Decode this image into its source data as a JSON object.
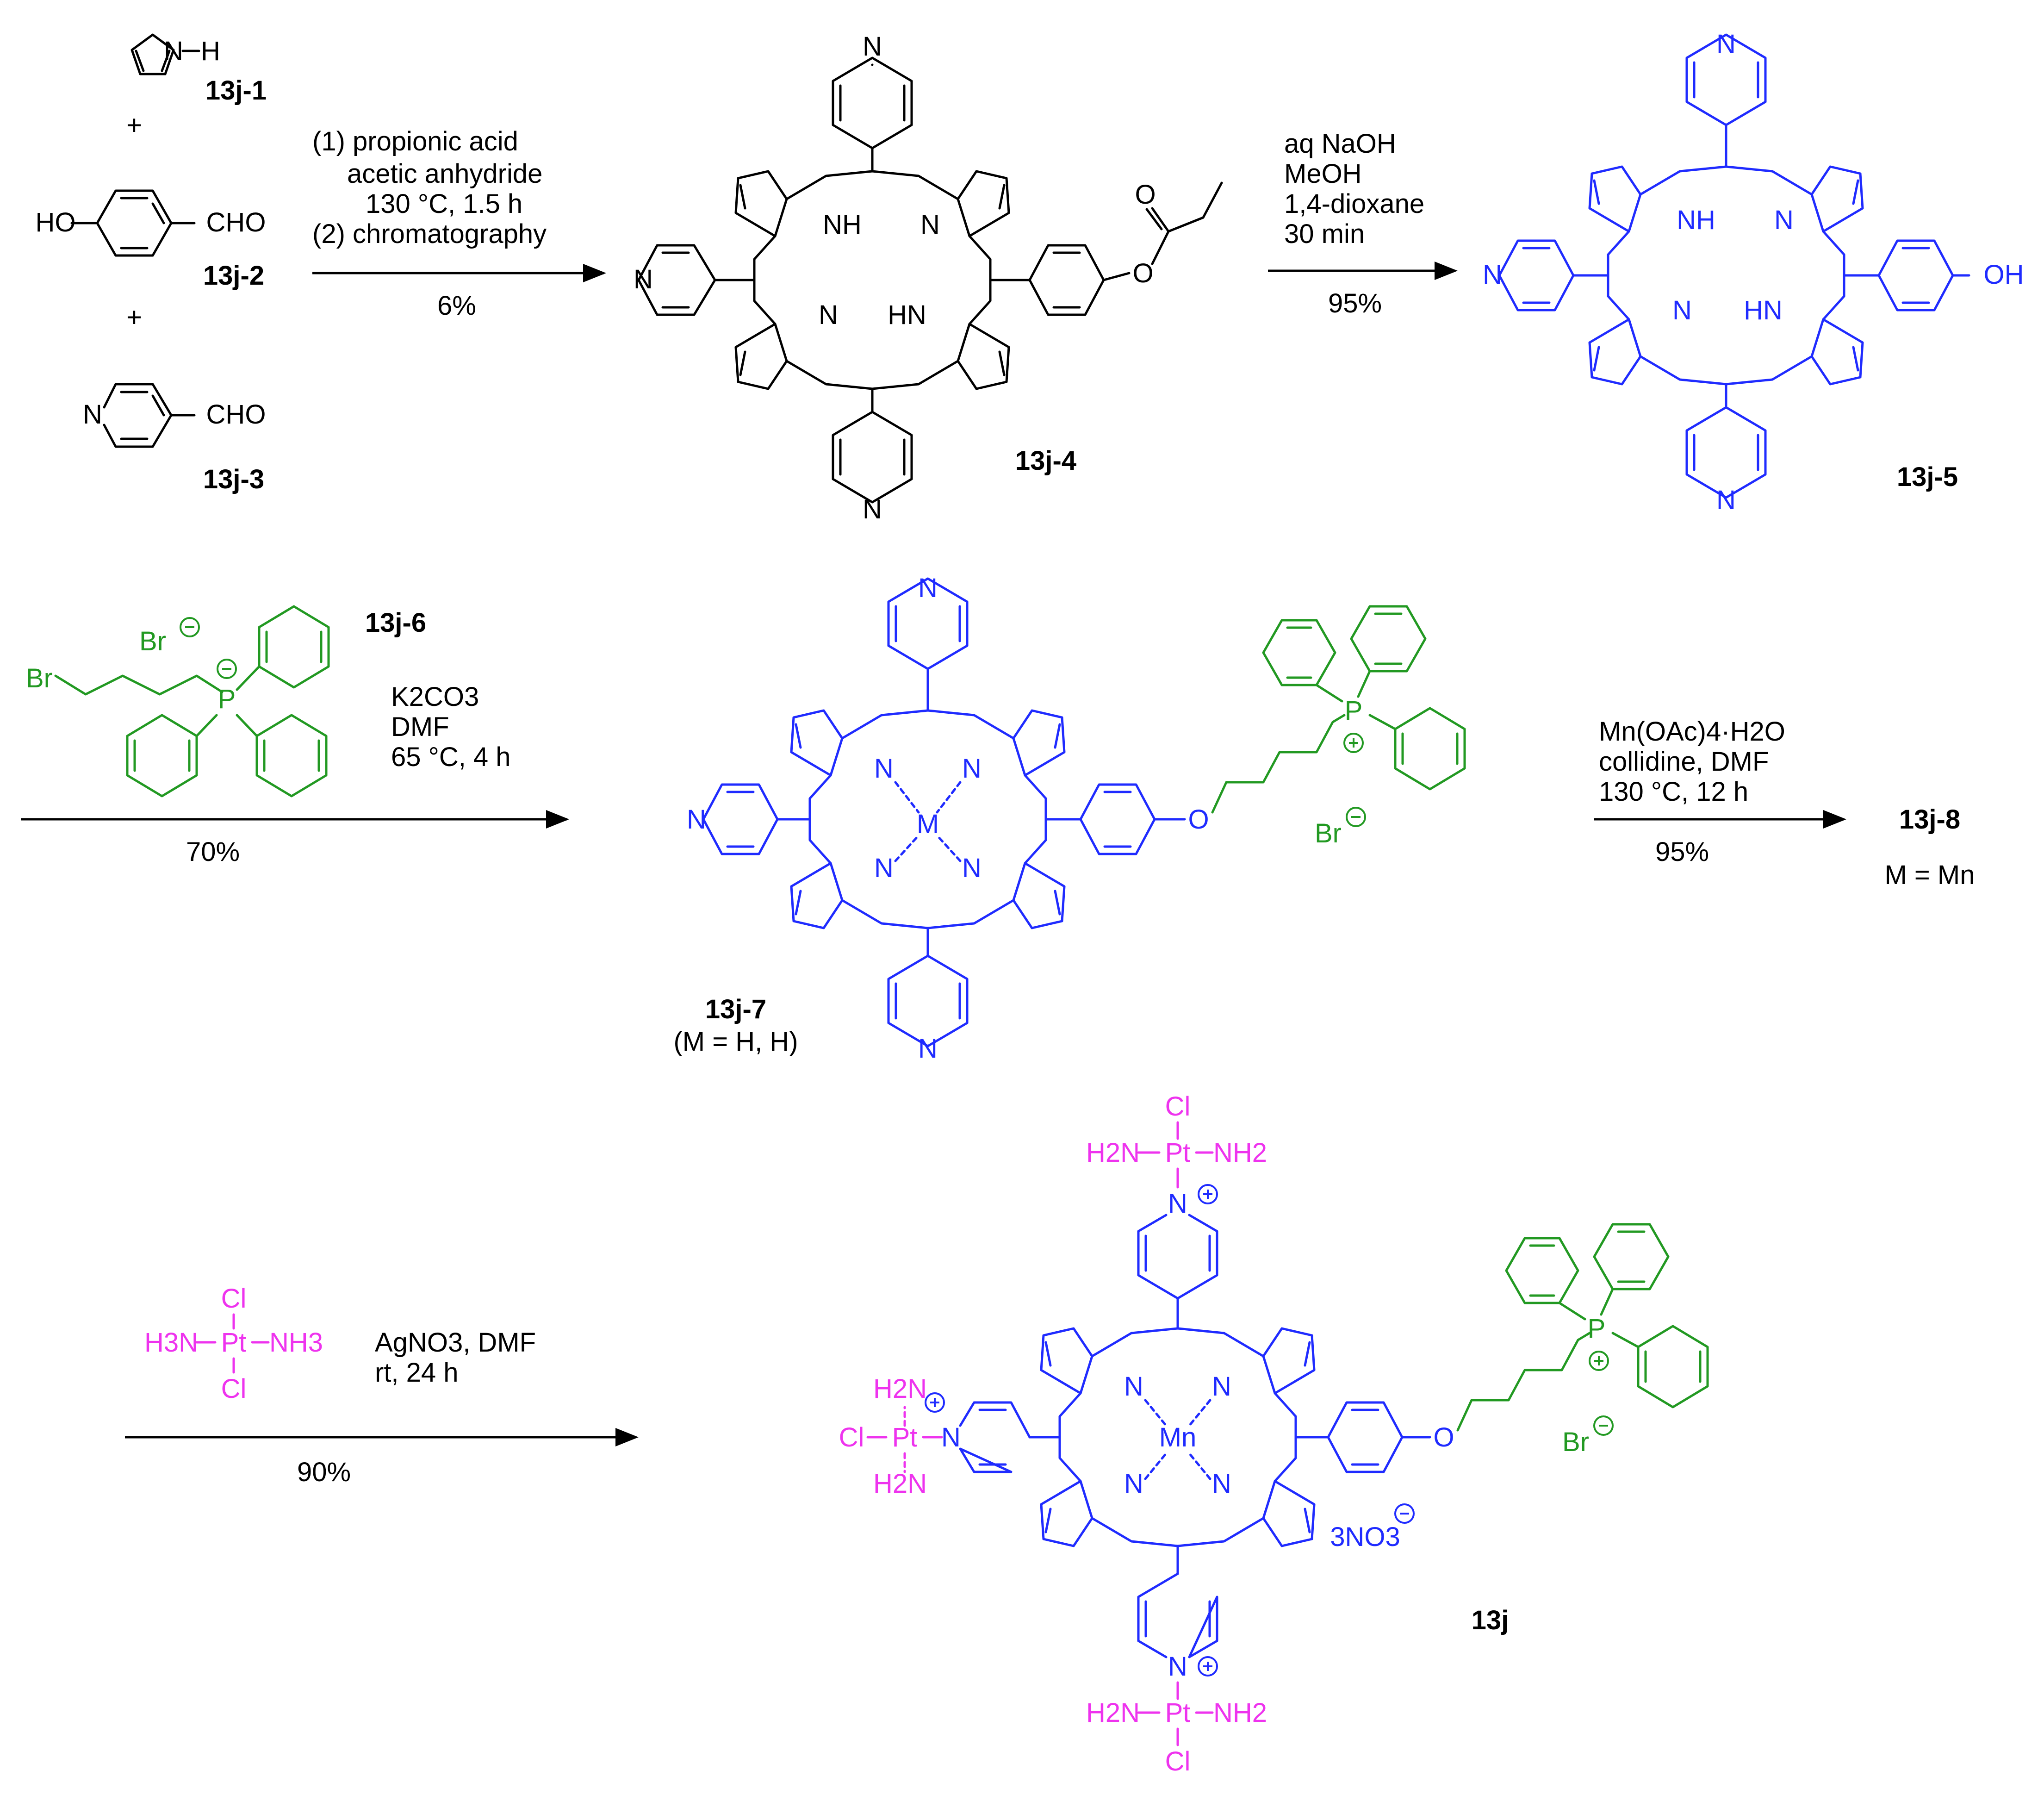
{
  "colors": {
    "black": "#000000",
    "porphyrin_blue": "#1f2bff",
    "phosphonium_green": "#229922",
    "platinum_magenta": "#ee33ee"
  },
  "reagents": {
    "c1": "13j-1",
    "c2": "13j-2",
    "c3": "13j-3",
    "c4": "13j-4",
    "c5": "13j-5",
    "c6": "13j-6",
    "c7": "13j-7",
    "c7_note": "(M = H, H)",
    "c8": "13j-8",
    "c8_note": "M = Mn",
    "c9": "13j",
    "plus": "+"
  },
  "steps": [
    {
      "conditions": [
        "(1) propionic acid",
        "acetic anhydride",
        "130 °C, 1.5 h",
        "(2) chromatography"
      ],
      "yield": "6%"
    },
    {
      "conditions": [
        "aq NaOH",
        "MeOH",
        "1,4-dioxane",
        "30 min"
      ],
      "yield": "95%"
    },
    {
      "conditions": [
        "K2CO3",
        "DMF",
        "65 °C, 4 h"
      ],
      "yield": "70%"
    },
    {
      "conditions": [
        "Mn(OAc)4·H2O",
        "collidine, DMF",
        "130 °C, 12 h"
      ],
      "yield": "95%"
    },
    {
      "conditions": [
        "AgNO3, DMF",
        "rt, 24 h"
      ],
      "yield": "90%"
    }
  ],
  "atoms": {
    "N": "N",
    "NH": "NH",
    "HN": "HN",
    "H": "H",
    "HO": "HO",
    "OH": "OH",
    "O": "O",
    "CHO": "CHO",
    "M": "M",
    "Mn": "Mn",
    "P": "P",
    "Br": "Br",
    "Cl": "Cl",
    "Pt": "Pt",
    "NH3_right": "NH3",
    "H3N_left": "H3N",
    "NH2_right": "NH2",
    "H2N_left": "H2N",
    "nitrate": "3NO3",
    "plus_charge": "+",
    "minus_charge": "−"
  }
}
